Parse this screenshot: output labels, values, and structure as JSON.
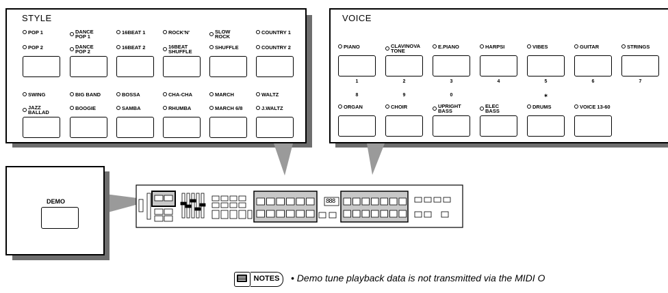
{
  "style": {
    "title": "STYLE",
    "row1": [
      {
        "lines": [
          "POP 1"
        ]
      },
      {
        "lines": [
          "DANCE",
          "POP 1"
        ]
      },
      {
        "lines": [
          "16BEAT 1"
        ]
      },
      {
        "lines": [
          "ROCK'N'"
        ]
      },
      {
        "lines": [
          "SLOW",
          "ROCK"
        ]
      },
      {
        "lines": [
          "COUNTRY 1"
        ]
      }
    ],
    "row2": [
      {
        "lines": [
          "POP 2"
        ]
      },
      {
        "lines": [
          "DANCE",
          "POP 2"
        ]
      },
      {
        "lines": [
          "16BEAT 2"
        ]
      },
      {
        "lines": [
          "16BEAT",
          "SHUFFLE"
        ]
      },
      {
        "lines": [
          "SHUFFLE"
        ]
      },
      {
        "lines": [
          "COUNTRY 2"
        ]
      }
    ],
    "row3": [
      {
        "lines": [
          "SWING"
        ]
      },
      {
        "lines": [
          "BIG BAND"
        ]
      },
      {
        "lines": [
          "BOSSA"
        ]
      },
      {
        "lines": [
          "CHA-CHA"
        ]
      },
      {
        "lines": [
          "MARCH"
        ]
      },
      {
        "lines": [
          "WALTZ"
        ]
      }
    ],
    "row4": [
      {
        "lines": [
          "JAZZ",
          "BALLAD"
        ]
      },
      {
        "lines": [
          "BOOGIE"
        ]
      },
      {
        "lines": [
          "SAMBA"
        ]
      },
      {
        "lines": [
          "RHUMBA"
        ]
      },
      {
        "lines": [
          "MARCH 6/8"
        ]
      },
      {
        "lines": [
          "J.WALTZ"
        ]
      }
    ]
  },
  "voice": {
    "title": "VOICE",
    "row1": [
      {
        "lines": [
          "PIANO"
        ]
      },
      {
        "lines": [
          "CLAVINOVA",
          "TONE"
        ]
      },
      {
        "lines": [
          "E.PIANO"
        ]
      },
      {
        "lines": [
          "HARPSI"
        ]
      },
      {
        "lines": [
          "VIBES"
        ]
      },
      {
        "lines": [
          "GUITAR"
        ]
      },
      {
        "lines": [
          "STRINGS"
        ]
      }
    ],
    "numbers1": [
      "1",
      "2",
      "3",
      "4",
      "5",
      "6",
      "7"
    ],
    "numbers2": [
      "8",
      "9",
      "0",
      "",
      "∗",
      "",
      ""
    ],
    "row2": [
      {
        "lines": [
          "ORGAN"
        ]
      },
      {
        "lines": [
          "CHOIR"
        ]
      },
      {
        "lines": [
          "UPRIGHT",
          "BASS"
        ]
      },
      {
        "lines": [
          "ELEC",
          "BASS"
        ]
      },
      {
        "lines": [
          "DRUMS"
        ]
      },
      {
        "lines": [
          "VOICE 13-60"
        ]
      }
    ]
  },
  "demo": {
    "label": "DEMO"
  },
  "panel": {
    "display": "888"
  },
  "notes": {
    "badge": "NOTES",
    "text": "• Demo tune playback data is not transmitted via the MIDI O"
  },
  "colors": {
    "shadow": "#6e6e6e",
    "highlight": "#c8c8c8"
  }
}
